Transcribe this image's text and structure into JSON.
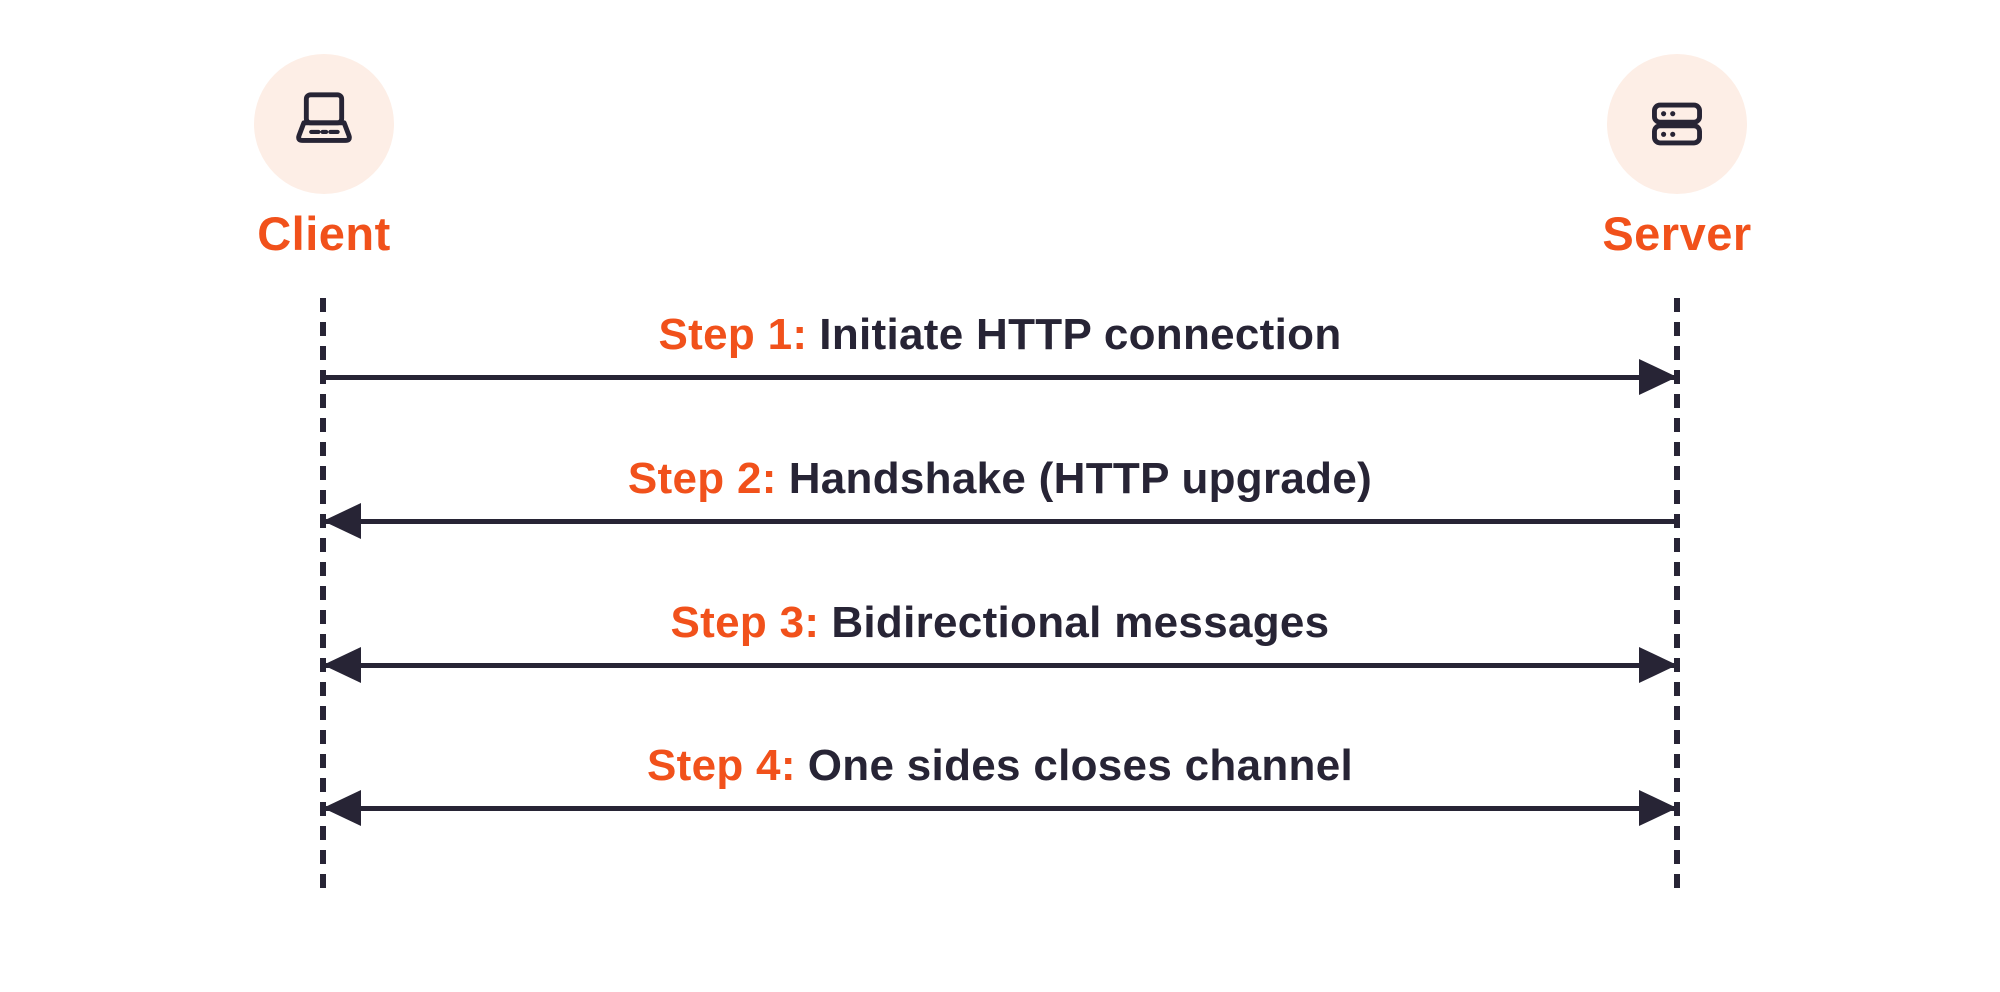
{
  "colors": {
    "accent": "#F1511B",
    "dark": "#272435",
    "circle_bg": "#FDEEE6",
    "page_bg": "#FFFFFF"
  },
  "actors": [
    {
      "label": "Client",
      "icon": "laptop-icon"
    },
    {
      "label": "Server",
      "icon": "server-icon"
    }
  ],
  "steps": [
    {
      "prefix": "Step 1:",
      "text": "Initiate HTTP connection",
      "direction": "right"
    },
    {
      "prefix": "Step 2:",
      "text": "Handshake (HTTP upgrade)",
      "direction": "left"
    },
    {
      "prefix": "Step 3:",
      "text": "Bidirectional messages",
      "direction": "both"
    },
    {
      "prefix": "Step 4:",
      "text": "One sides closes channel",
      "direction": "both"
    }
  ]
}
